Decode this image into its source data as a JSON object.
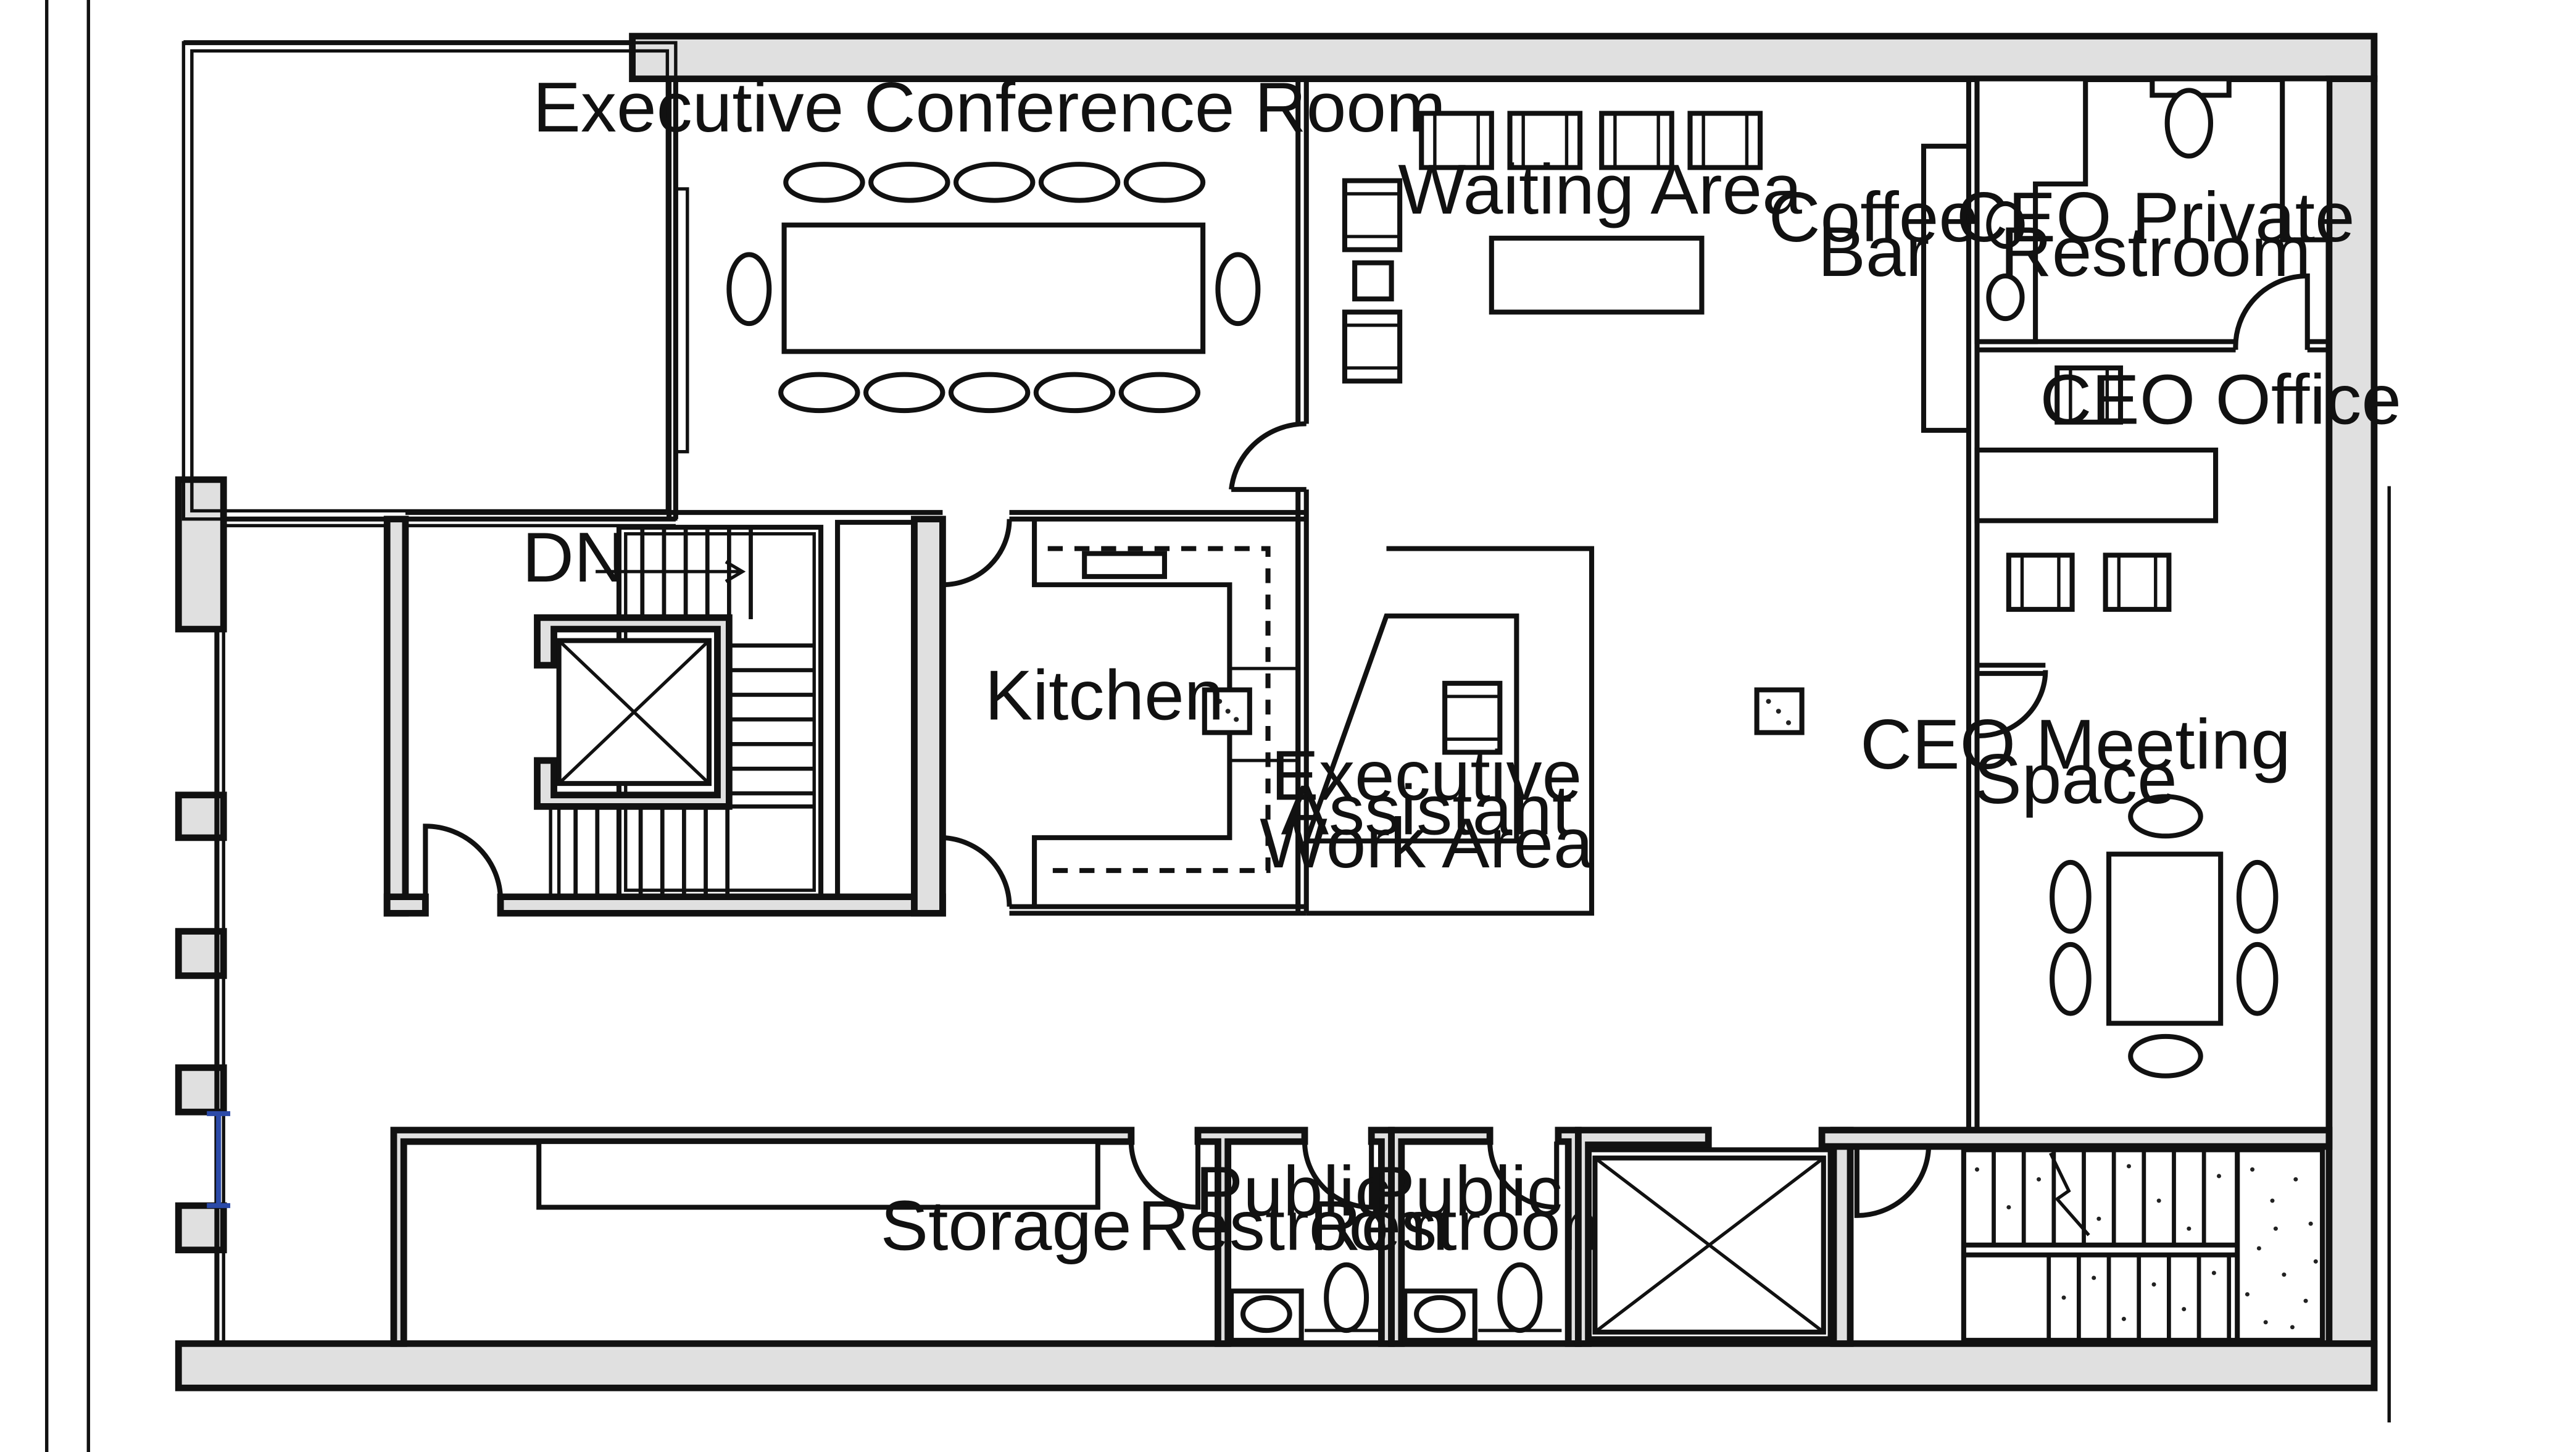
{
  "plan": {
    "rooms": {
      "conference": "Executive Conference Room",
      "waiting": "Waiting Area",
      "coffee": [
        "Coffee",
        "Bar"
      ],
      "ceo_restroom": [
        "CEO Private",
        "Restroom"
      ],
      "ceo_office": "CEO Office",
      "ceo_meeting": [
        "CEO Meeting",
        "Space"
      ],
      "kitchen": "Kitchen",
      "assistant": [
        "Executive",
        "Assistant",
        "Work Area"
      ],
      "storage": "Storage",
      "public_restroom_1": [
        "Public",
        "Restroom"
      ],
      "public_restroom_2": [
        "Public",
        "Restroom"
      ]
    },
    "stair_direction": "DN"
  }
}
